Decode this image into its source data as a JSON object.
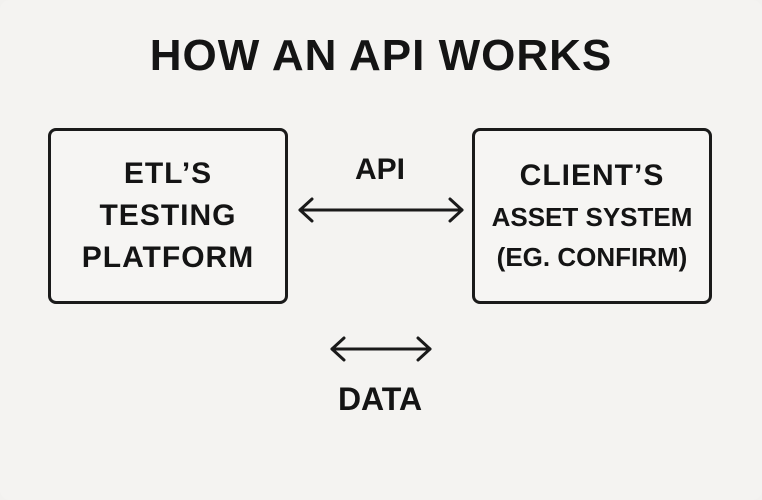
{
  "diagram": {
    "title": "HOW AN API WORKS",
    "left_box": {
      "lines": [
        "ETL’S",
        "TESTING",
        "PLATFORM"
      ]
    },
    "right_box": {
      "lines": [
        "CLIENT’S",
        "ASSET SYSTEM",
        "(EG. CONFIRM)"
      ]
    },
    "connector_label": "API",
    "data_label": "DATA"
  }
}
